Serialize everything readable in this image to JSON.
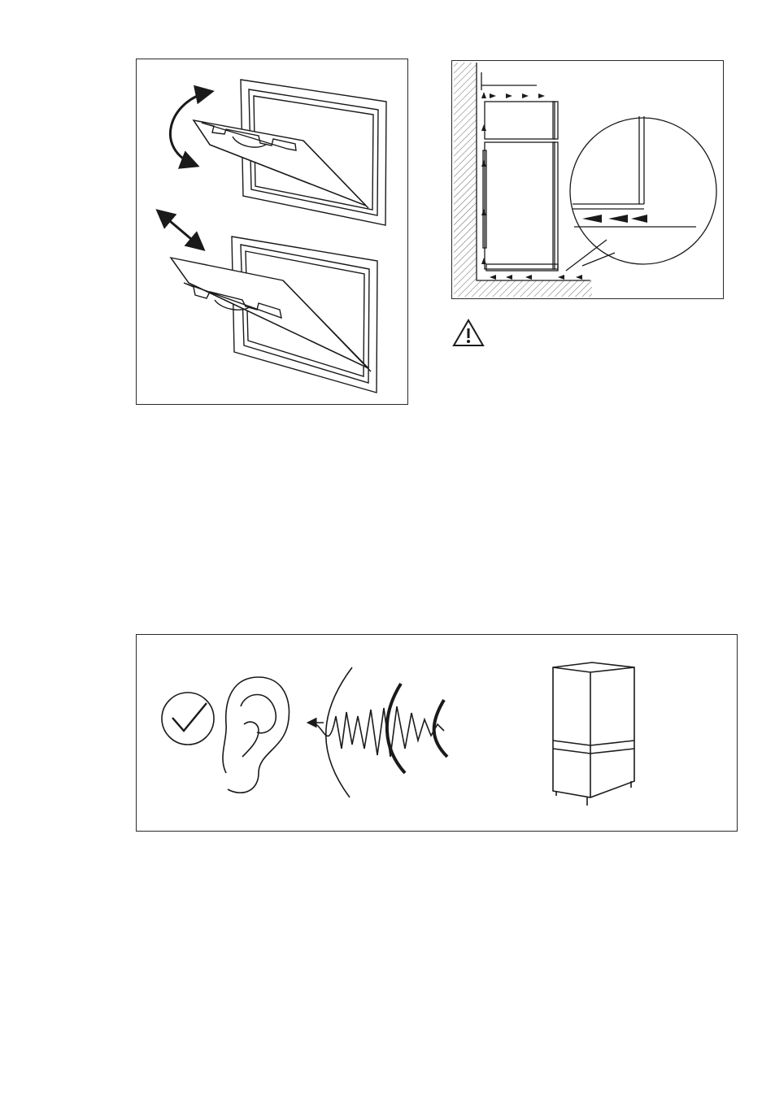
{
  "figures": [
    {
      "id": "door-reversal-figure",
      "icon": "door-shelf-illustration"
    },
    {
      "id": "ventilation-figure",
      "icon": "airflow-clearance-illustration"
    },
    {
      "id": "warning",
      "icon": "warning-triangle-icon"
    },
    {
      "id": "normal-noise-figure",
      "icon": "ear-soundwave-fridge-illustration"
    }
  ],
  "colors": {
    "line": "#1a1a1a",
    "hatch": "#555555",
    "background": "#ffffff"
  }
}
